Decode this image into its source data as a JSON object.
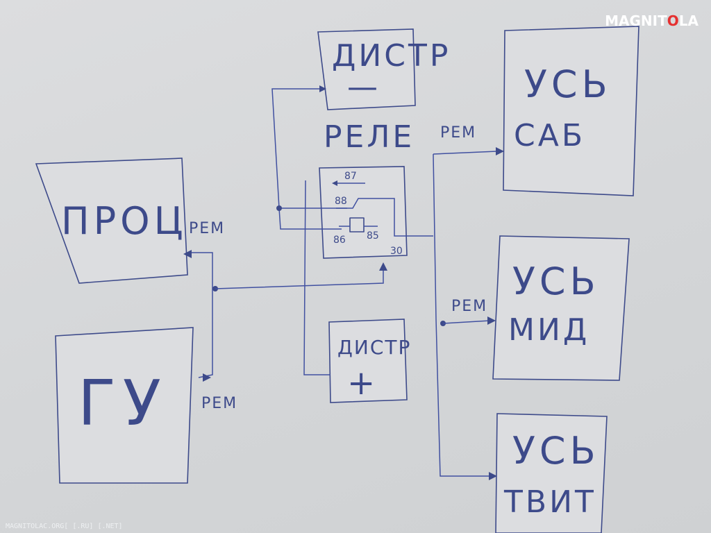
{
  "boxes": {
    "distr_minus": {
      "title": "ДИСТР",
      "sign": "—"
    },
    "amp_sub": {
      "line1": "УСЬ",
      "line2": "САБ"
    },
    "proc": {
      "label": "ПРОЦ"
    },
    "head_unit": {
      "label": "ГУ"
    },
    "distr_plus": {
      "title": "ДИСТР",
      "sign": "+"
    },
    "amp_mid": {
      "line1": "УСЬ",
      "line2": "МИД"
    },
    "amp_tweet": {
      "line1": "УСЬ",
      "line2": "ТВИТ"
    }
  },
  "labels": {
    "relay": "РЕЛЕ",
    "rem_proc": "РЕМ",
    "rem_gu": "РЕМ",
    "rem_sub": "РЕМ",
    "rem_mid": "РЕМ"
  },
  "relay_pins": {
    "pin87": "87",
    "pin88": "88",
    "pin86": "86",
    "pin85": "85",
    "pin30": "30"
  },
  "logo": {
    "prefix": "MAGNIT",
    "o": "O",
    "suffix": "LA"
  },
  "watermark": "MAGNITOLAC.ORG[ [.RU] [.NET]",
  "colors": {
    "ink": "#3d4a8a",
    "paper": "#d9dadc"
  }
}
